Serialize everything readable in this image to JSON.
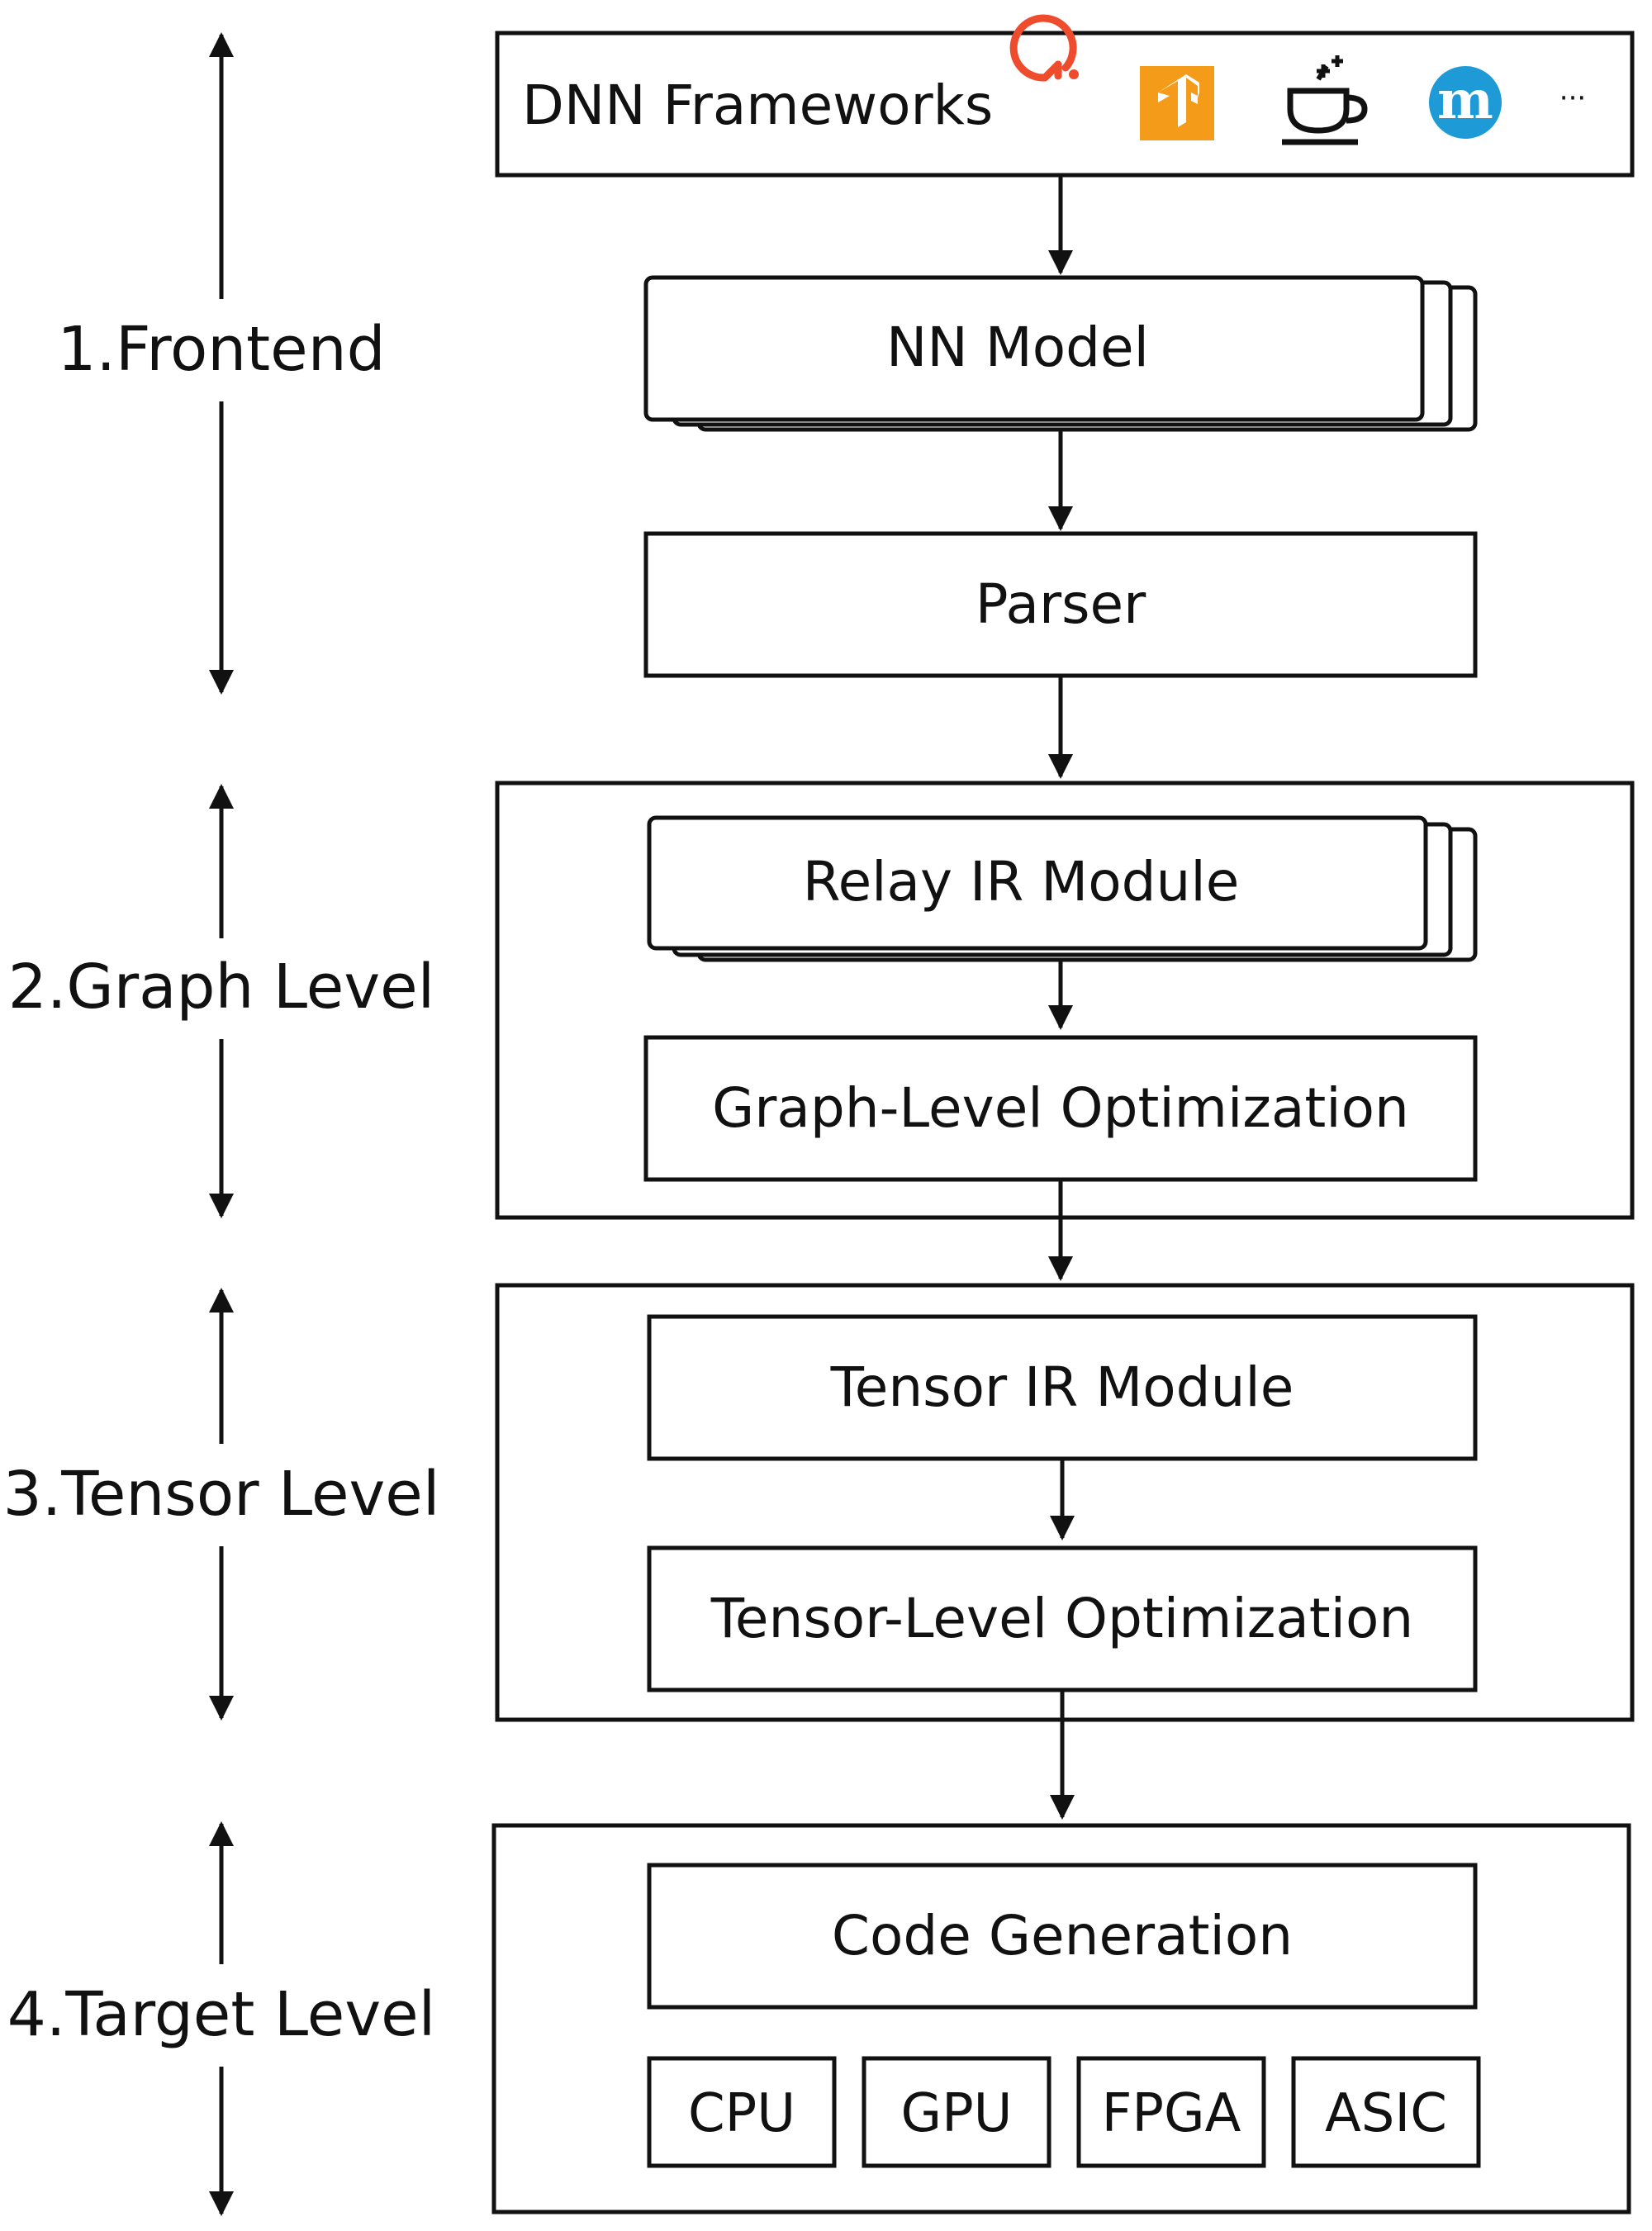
{
  "frameworks": {
    "label": "DNN Frameworks",
    "more": "···",
    "icons": [
      "pytorch-icon",
      "tensorflow-icon",
      "caffe2-icon",
      "mxnet-icon"
    ],
    "mxnet_letter": "m",
    "colors": {
      "pytorch": "#ee4c2c",
      "tensorflow": "#f59b1a",
      "caffe": "#111111",
      "mxnet": "#1e9bd7"
    }
  },
  "boxes": {
    "nn_model": "NN Model",
    "parser": "Parser",
    "relay_ir": "Relay IR Module",
    "graph_opt": "Graph-Level Optimization",
    "tensor_ir": "Tensor IR Module",
    "tensor_opt": "Tensor-Level Optimization",
    "codegen": "Code Generation"
  },
  "hardware": [
    "CPU",
    "GPU",
    "FPGA",
    "ASIC"
  ],
  "stages": [
    "1.Frontend",
    "2.Graph Level",
    "3.Tensor Level",
    "4.Target Level"
  ]
}
